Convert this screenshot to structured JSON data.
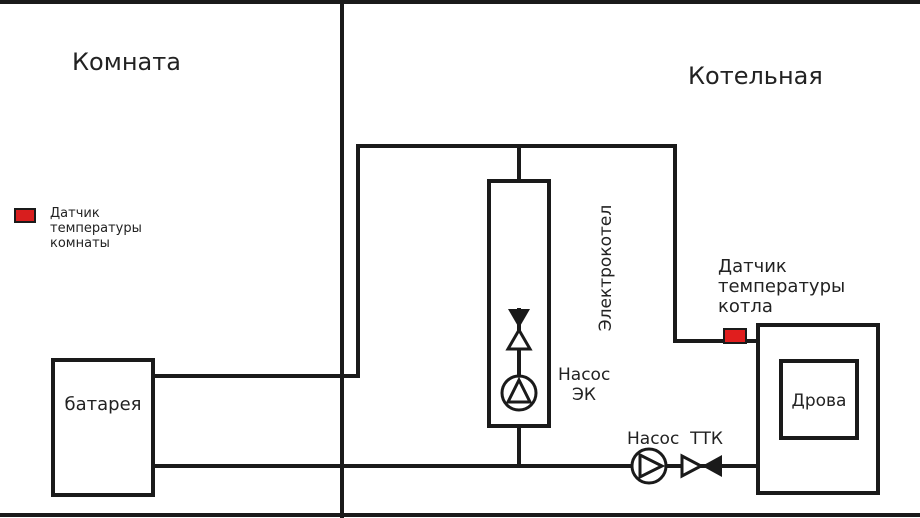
{
  "rooms": {
    "room": "Комната",
    "boiler_room": "Котельная"
  },
  "room_sensor": {
    "lines": [
      "Датчик",
      "температуры",
      "комнаты"
    ],
    "color": "#d81e1e"
  },
  "boiler_sensor": {
    "lines": [
      "Датчик",
      "температуры",
      "котла"
    ],
    "color": "#e01e1e"
  },
  "battery": {
    "label": "батарея"
  },
  "electric_boiler": {
    "label": "Электрокотел"
  },
  "pump_ek": {
    "lines": [
      "Насос",
      "ЭК"
    ]
  },
  "pump_ttk": {
    "label": "Насос  ТТК"
  },
  "boiler": {
    "label": "Дрова"
  }
}
